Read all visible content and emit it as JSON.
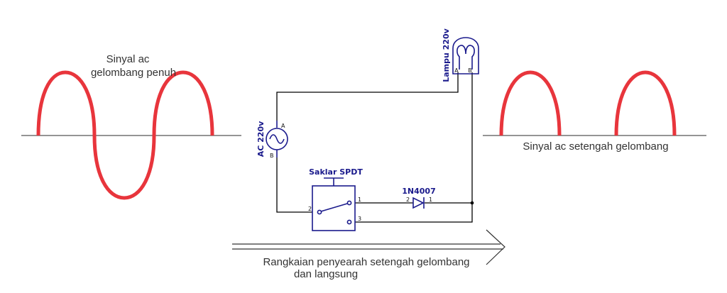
{
  "waves": {
    "full_label_line1": "Sinyal ac",
    "full_label_line2": "gelombang penuh",
    "half_label": "Sinyal ac setengah gelombang"
  },
  "components": {
    "source": "AC 220v",
    "lamp": "Lampu 220v",
    "switch": "Saklar SPDT",
    "diode": "1N4007"
  },
  "pins": {
    "source_a": "A",
    "source_b": "B",
    "lamp_a": "A",
    "lamp_b": "B",
    "switch_1": "1",
    "switch_2": "2",
    "switch_3": "3",
    "diode_2": "2",
    "diode_1": "1"
  },
  "caption": {
    "line1": "Rangkaian penyearah setengah gelombang",
    "line2": "dan langsung"
  },
  "colors": {
    "wave": "#e8353c",
    "component": "#1a1a8c",
    "wire": "#000000"
  }
}
